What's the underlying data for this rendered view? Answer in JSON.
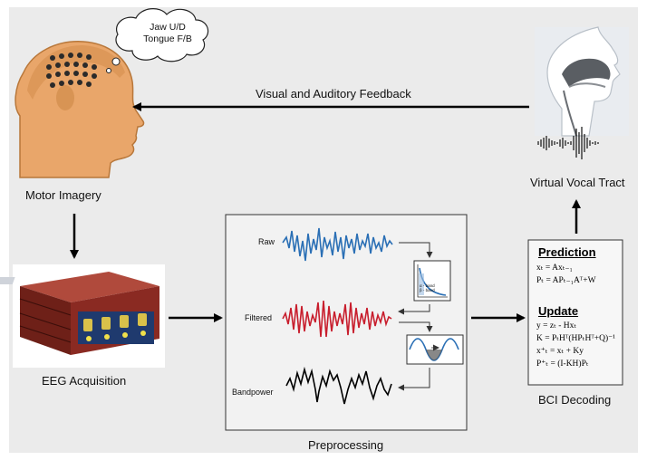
{
  "thought": {
    "line1": "Jaw U/D",
    "line2": "Tongue F/B"
  },
  "feedback_label": "Visual and Auditory Feedback",
  "motor_imagery_label": "Motor Imagery",
  "eeg_label": "EEG Acquisition",
  "vocal_tract_label": "Virtual Vocal Tract",
  "preprocessing": {
    "title": "Preprocessing",
    "raw_label": "Raw",
    "filtered_label": "Filtered",
    "bandpower_label": "Bandpower",
    "plot_alpha": "α - band",
    "plot_beta": "β - band"
  },
  "decoding": {
    "title": "BCI Decoding",
    "prediction_heading": "Prediction",
    "update_heading": "Update",
    "pred_eqs": [
      "xₜ = Axₜ₋₁",
      "Pₜ = APₜ₋₁Aᵀ+W"
    ],
    "update_eqs": [
      "y = zₜ - Hxₜ",
      "K = PₜHᵀ(HPₜHᵀ+Q)⁻¹",
      "x⁺ₜ = xₜ + Ky",
      "P⁺ₜ = (I-KH)Pₜ"
    ]
  },
  "colors": {
    "head_skin": "#e9a66a",
    "head_dark": "#c8823e",
    "raw_wave": "#2a6fb5",
    "filtered_wave": "#c81e2d",
    "bandpower_wave": "#000000",
    "device_red": "#8a2a22"
  }
}
